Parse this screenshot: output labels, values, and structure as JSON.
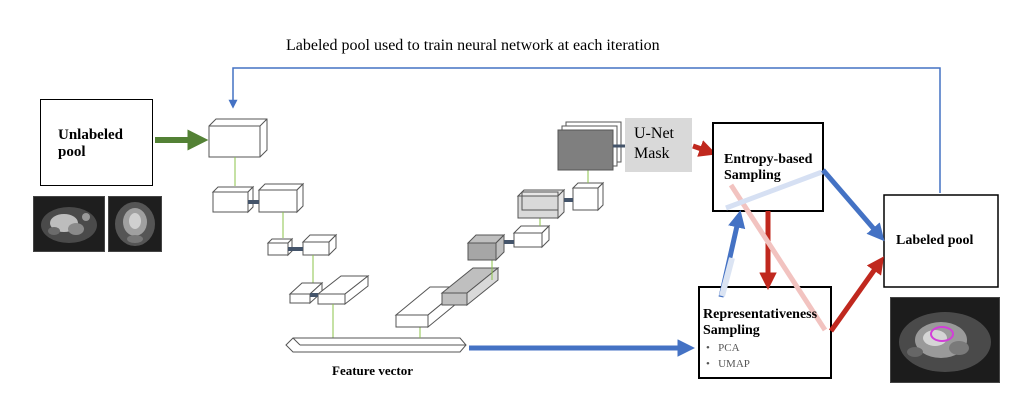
{
  "diagram": {
    "top_caption": "Labeled pool used to train neural network at each iteration",
    "unlabeled_pool": "Unlabeled pool",
    "feature_vector": "Feature vector",
    "unet_mask": "U-Net Mask",
    "entropy_sampling": "Entropy-based Sampling",
    "representativeness_sampling": "Representativeness Sampling",
    "methods": [
      "PCA",
      "UMAP"
    ],
    "labeled_pool": "Labeled pool"
  },
  "colors": {
    "blue_arrow": "#4472c4",
    "red_arrow": "#c0281e",
    "green_arrow": "#538135",
    "mask_outline": "#d23fd8"
  }
}
